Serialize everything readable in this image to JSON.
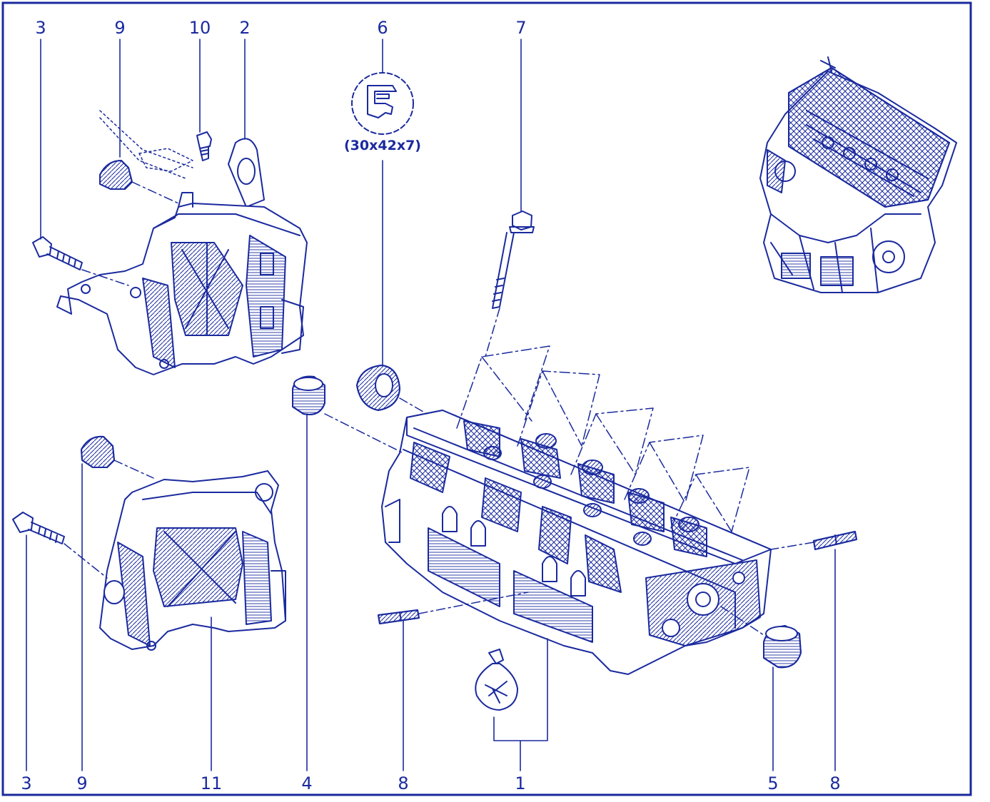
{
  "colors": {
    "ink": "#1a2a9e",
    "paper": "#ffffff"
  },
  "spec_label": "(30x42x7)",
  "top_callouts": [
    "3",
    "9",
    "10",
    "2",
    "6",
    "7"
  ],
  "bottom_callouts": [
    "3",
    "9",
    "11",
    "4",
    "8",
    "1",
    "5",
    "8"
  ]
}
